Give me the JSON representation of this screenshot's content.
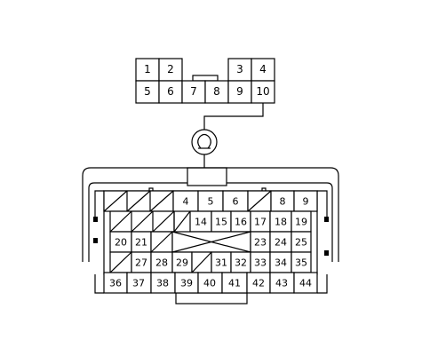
{
  "top_connector": {
    "row1": [
      "1",
      "2",
      "",
      "",
      "",
      "3",
      "4"
    ],
    "row2": [
      "5",
      "6",
      "7",
      "8",
      "9",
      "10"
    ]
  },
  "ground_symbol": "ground-symbol-icon",
  "bottom_connector": {
    "row1": [
      "",
      "",
      "",
      "4",
      "5",
      "6",
      "",
      "",
      "8",
      "9"
    ],
    "row2": [
      "",
      "",
      "",
      "14",
      "15",
      "16",
      "17",
      "18",
      "19"
    ],
    "row3": [
      "20",
      "21",
      "",
      "",
      "23",
      "24",
      "25"
    ],
    "row4": [
      "",
      "27",
      "28",
      "29",
      "",
      "31",
      "32",
      "33",
      "34",
      "35"
    ],
    "row5": [
      "36",
      "37",
      "38",
      "39",
      "40",
      "41",
      "42",
      "43",
      "44"
    ]
  }
}
